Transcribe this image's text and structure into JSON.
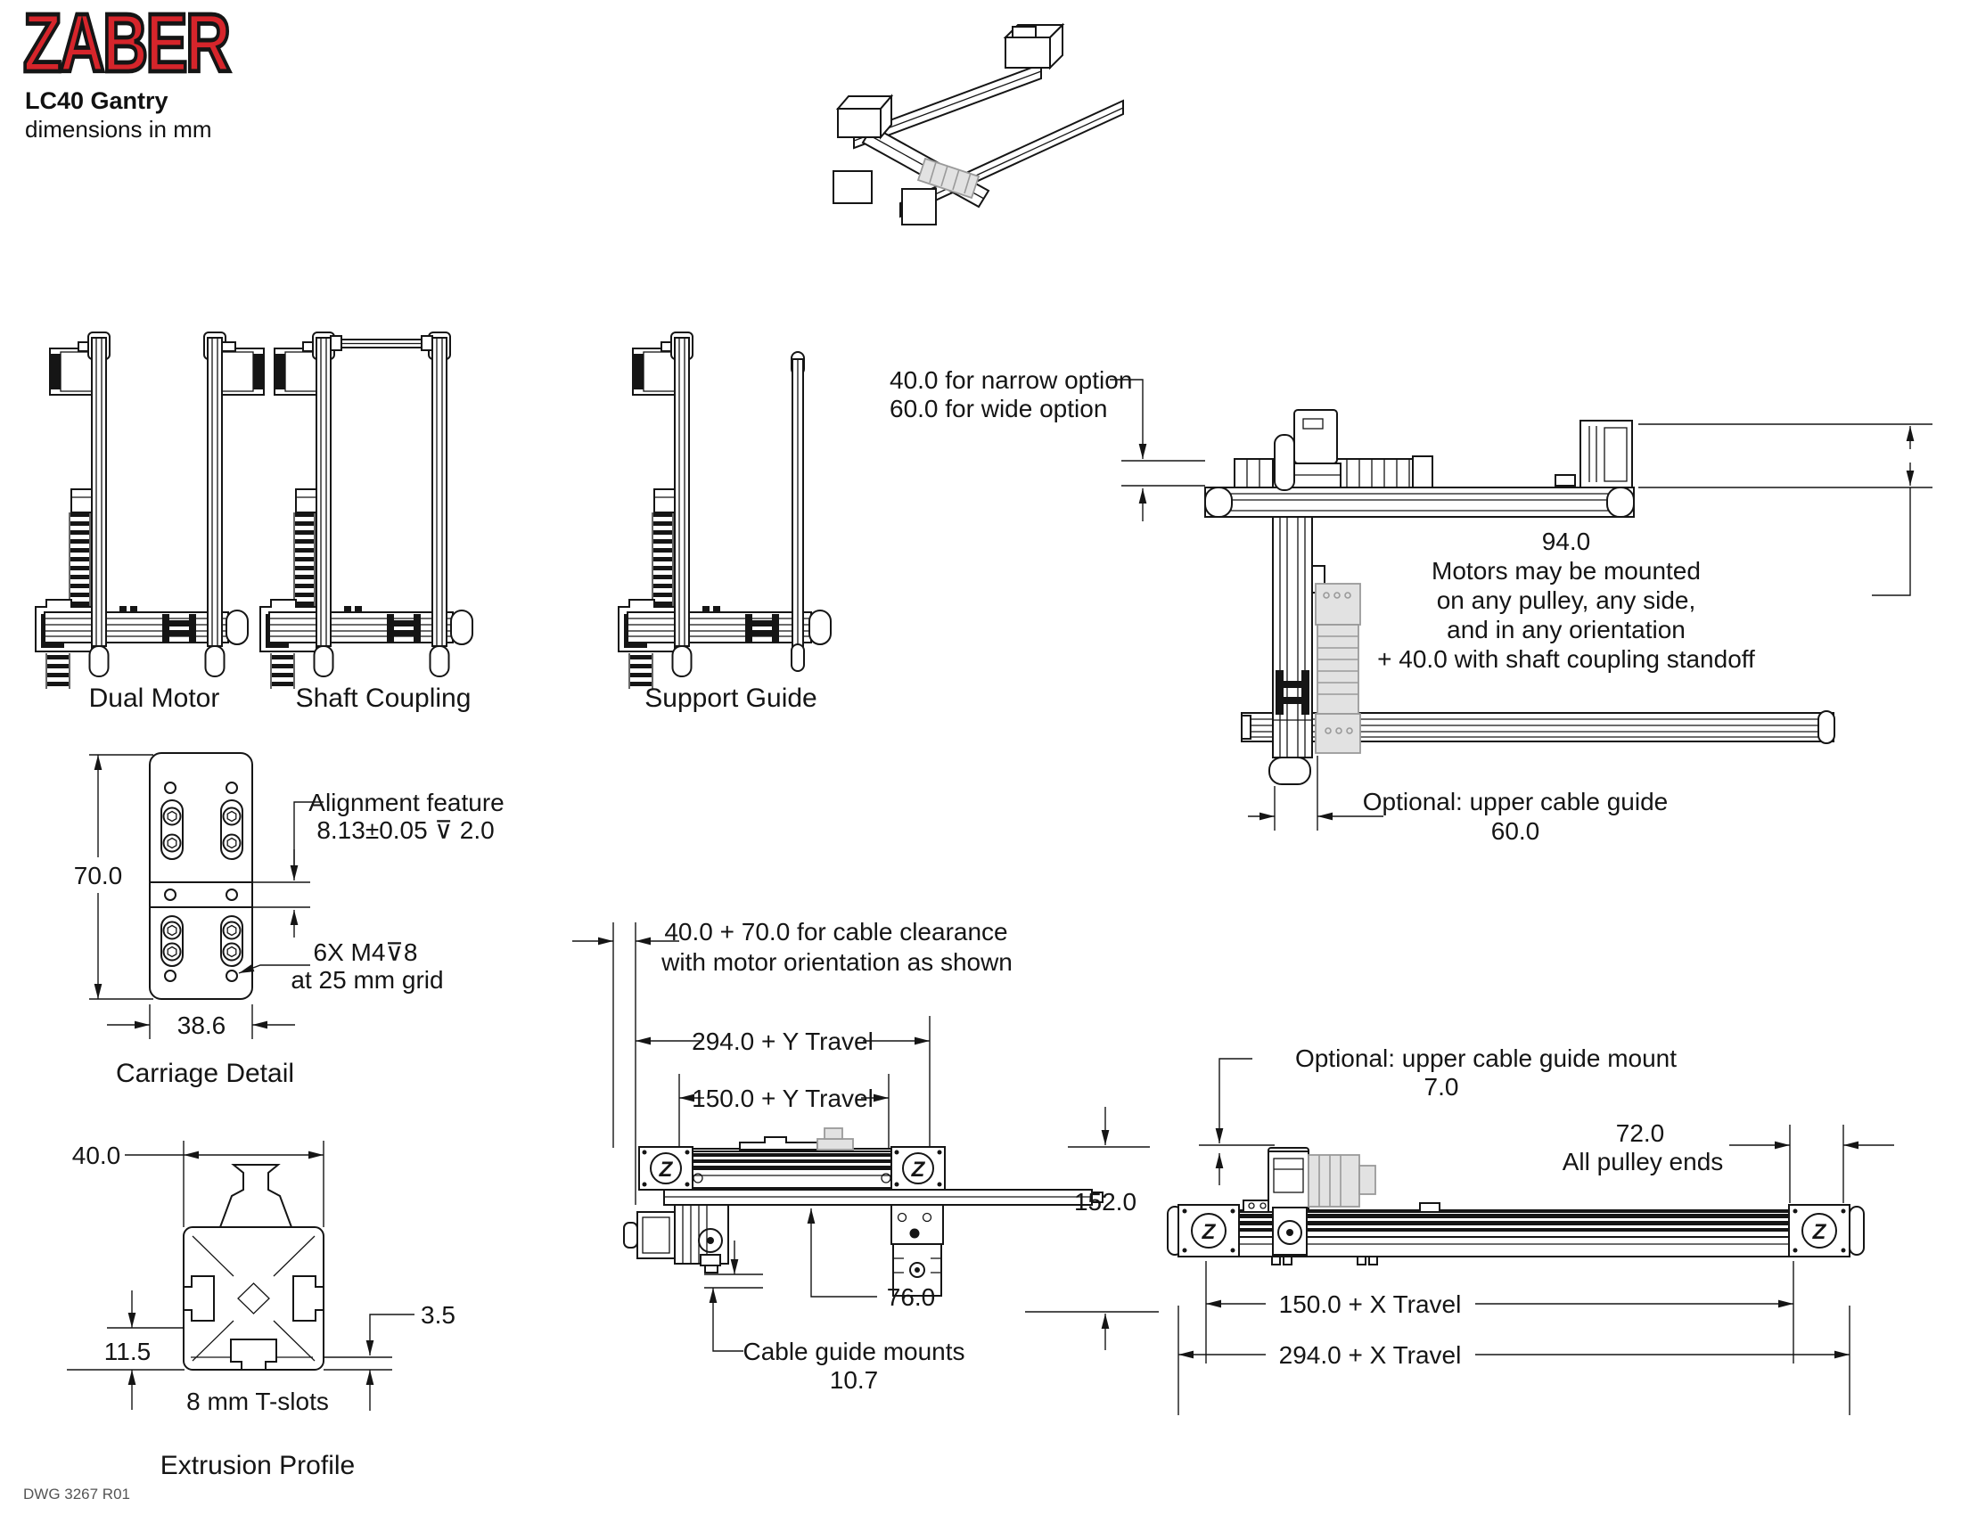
{
  "header": {
    "logo": "ZABER",
    "product": "LC40 Gantry",
    "units": "dimensions in mm"
  },
  "colors": {
    "logo_red": "#d6252b",
    "line": "#151515",
    "ghost": "#9a9a9a"
  },
  "branding": {
    "z_badge": "Z"
  },
  "config_views": {
    "items": [
      {
        "label": "Dual Motor"
      },
      {
        "label": "Shaft Coupling"
      },
      {
        "label": "Support Guide"
      }
    ]
  },
  "plan_view": {
    "narrow_option": "40.0 for narrow option",
    "wide_option": "60.0 for wide option",
    "height_dim": "94.0",
    "note_line1": "Motors may be mounted",
    "note_line2": "on any pulley, any side,",
    "note_line3": "and in any orientation",
    "note_line4": "+ 40.0 with shaft coupling standoff",
    "cable_guide_label": "Optional: upper cable guide",
    "cable_guide_dim": "60.0"
  },
  "carriage_detail": {
    "height_dim": "70.0",
    "width_dim": "38.6",
    "alignment_line1": "Alignment feature",
    "alignment_line2": "8.13±0.05 ⊽ 2.0",
    "thread_line1": "6X M4⊽8",
    "thread_line2": "at 25 mm grid",
    "caption": "Carriage Detail"
  },
  "y_axis_view": {
    "clearance_line1": "40.0 + 70.0 for cable clearance",
    "clearance_line2": "with motor orientation as shown",
    "outer_dim": "294.0 + Y Travel",
    "travel_dim": "150.0 + Y Travel",
    "pulley_offset_dim": "76.0",
    "cable_mounts_label": "Cable guide mounts",
    "cable_mounts_dim": "10.7"
  },
  "x_axis_view": {
    "guide_mount_label": "Optional: upper cable guide mount",
    "guide_mount_dim": "7.0",
    "pulley_end_dim": "72.0",
    "pulley_end_label": "All pulley ends",
    "height_dim": "152.0",
    "travel_dim": "150.0 + X Travel",
    "outer_dim": "294.0 + X Travel"
  },
  "extrusion_profile": {
    "width_dim": "40.0",
    "slot_depth_dim": "11.5",
    "wall_dim": "3.5",
    "slot_label": "8 mm T-slots",
    "caption": "Extrusion Profile"
  },
  "footer": {
    "drawing_number": "DWG 3267 R01"
  }
}
